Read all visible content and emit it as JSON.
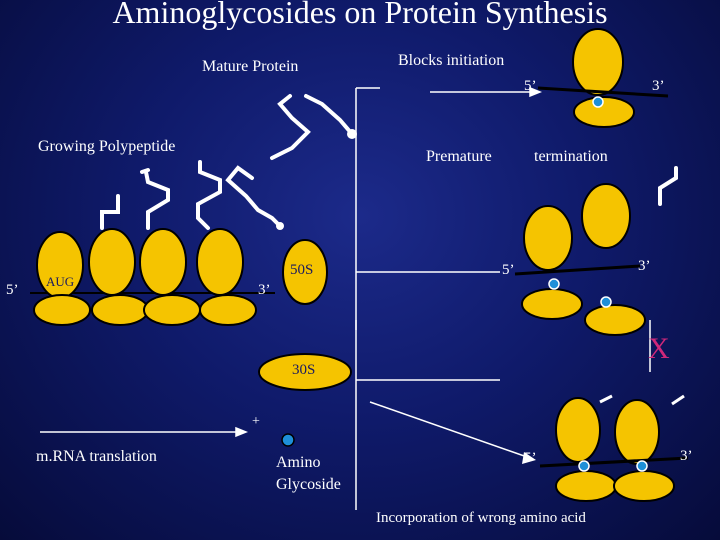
{
  "title": "Aminoglycosides on Protein Synthesis",
  "labels": {
    "mature_protein": "Mature Protein",
    "blocks_initiation": "Blocks initiation",
    "growing_polypeptide": "Growing Polypeptide",
    "premature": "Premature",
    "termination": "termination",
    "five_prime_left": "5’",
    "aug": "AUG",
    "three_prime_mid": "3’",
    "fifty_s": "50S",
    "thirty_s": "30S",
    "plus": "+",
    "mrna_translation": "m.RNA  translation",
    "amino": "Amino",
    "glycoside": "Glycoside",
    "five_prime_top": "5’",
    "three_prime_top": "3’",
    "five_prime_mid_right": "5’",
    "three_prime_mid_right": "3’",
    "five_prime_bottom": "5’",
    "three_prime_bottom": "3’",
    "x_mark": "X",
    "incorporation": "Incorporation of wrong amino acid"
  },
  "colors": {
    "ribosome_fill": "#f5c400",
    "outline": "#000000",
    "line": "#ffffff",
    "aminoglycoside_dot": "#1e8fd8",
    "x_mark": "#d0287a"
  }
}
